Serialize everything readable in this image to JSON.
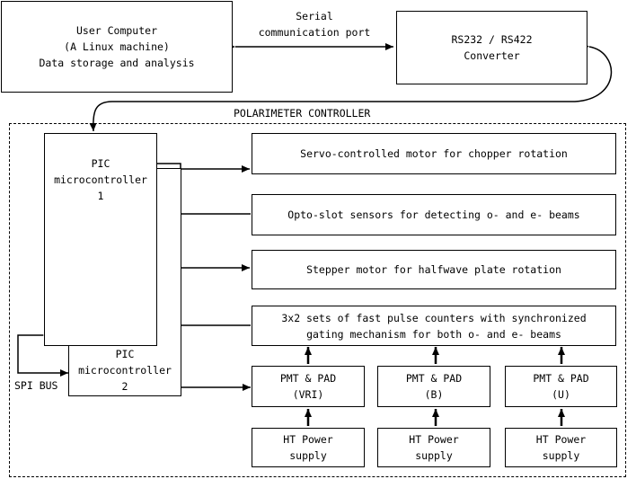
{
  "user_computer": {
    "line1": "User Computer",
    "line2": "(A Linux machine)",
    "line3": "Data storage and analysis"
  },
  "serial_port": {
    "line1": "Serial",
    "line2": "communication port"
  },
  "converter": {
    "line1": "RS232 / RS422",
    "line2": "Converter"
  },
  "controller_title": "POLARIMETER CONTROLLER",
  "pic1": {
    "line1": "PIC",
    "line2": "microcontroller",
    "line3": "1"
  },
  "pic2": {
    "line1": "PIC",
    "line2": "microcontroller",
    "line3": "2"
  },
  "spi_bus": "SPI BUS",
  "servo_motor": "Servo-controlled motor for chopper rotation",
  "opto_sensors": "Opto-slot sensors for detecting o- and e- beams",
  "stepper_motor": "Stepper motor for halfwave plate rotation",
  "pulse_counters": {
    "line1": "3x2 sets of fast pulse counters with synchronized",
    "line2": "gating mechanism for both o- and e- beams"
  },
  "pmt_boxes": [
    {
      "line1": "PMT & PAD",
      "line2": "(VRI)"
    },
    {
      "line1": "PMT & PAD",
      "line2": "(B)"
    },
    {
      "line1": "PMT & PAD",
      "line2": "(U)"
    }
  ],
  "ht_boxes": [
    {
      "line1": "HT Power",
      "line2": "supply"
    },
    {
      "line1": "HT Power",
      "line2": "supply"
    },
    {
      "line1": "HT Power",
      "line2": "supply"
    }
  ]
}
